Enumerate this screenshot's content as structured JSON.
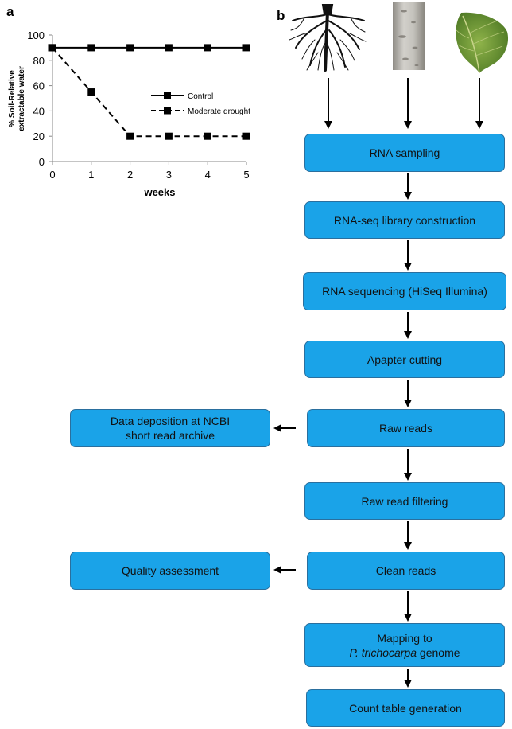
{
  "panel_a_label": "a",
  "panel_b_label": "b",
  "chart_data": {
    "type": "line",
    "x": [
      0,
      1,
      2,
      3,
      4,
      5
    ],
    "xticks": [
      "0",
      "1",
      "2",
      "3",
      "4",
      "5"
    ],
    "yticks": [
      "0",
      "20",
      "40",
      "60",
      "80",
      "100"
    ],
    "xlabel": "weeks",
    "ylabel_line1": "% Soil-Relative",
    "ylabel_line2": "extractable water",
    "xlim": [
      0,
      5
    ],
    "ylim": [
      0,
      100
    ],
    "grid": false,
    "legend_position": "center-right",
    "series": [
      {
        "name": "Control",
        "values": [
          90,
          90,
          90,
          90,
          90,
          90
        ],
        "style": "solid",
        "color": "#000000"
      },
      {
        "name": "Moderate drought",
        "values": [
          90,
          55,
          20,
          20,
          20,
          20
        ],
        "style": "dashed",
        "color": "#000000"
      }
    ]
  },
  "flow": {
    "box_color": "#1aa3e8",
    "steps": [
      "RNA sampling",
      "RNA-seq library construction",
      "RNA sequencing (HiSeq Illumina)",
      "Apapter cutting",
      "Raw reads",
      "Raw read filtering",
      "Clean reads",
      "Mapping to",
      "Count table generation"
    ],
    "mapping_species": "P. trichocarpa",
    "mapping_suffix": " genome",
    "side_deposit_line1": "Data deposition at NCBI",
    "side_deposit_line2": "short read archive",
    "side_quality": "Quality assessment",
    "sample_images": [
      "root-image",
      "stem-bark-image",
      "leaf-image"
    ]
  }
}
